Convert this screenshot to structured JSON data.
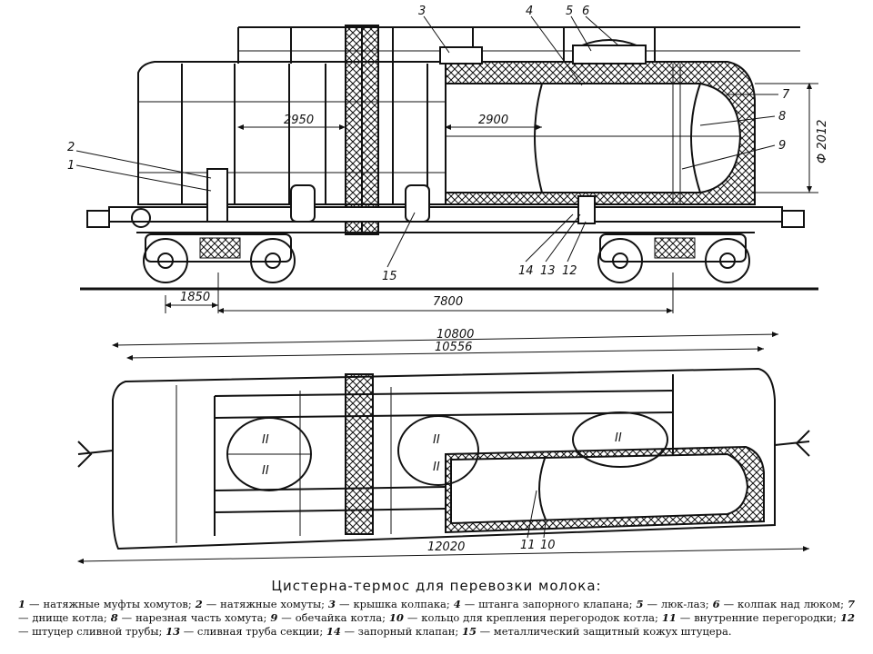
{
  "caption": {
    "title": "Цистерна-термос для перевозки молока:"
  },
  "legend": [
    {
      "num": "1",
      "text": "натяжные муфты хомутов;"
    },
    {
      "num": "2",
      "text": "натяжные хомуты;"
    },
    {
      "num": "3",
      "text": "крышка колпака;"
    },
    {
      "num": "4",
      "text": "штанга запорного клапана;"
    },
    {
      "num": "5",
      "text": "люк-лаз;"
    },
    {
      "num": "6",
      "text": "колпак над люком;"
    },
    {
      "num": "7",
      "text": "днище котла;"
    },
    {
      "num": "8",
      "text": "нарезная часть хомута;"
    },
    {
      "num": "9",
      "text": "обечайка котла;"
    },
    {
      "num": "10",
      "text": "кольцо для крепления перегородок котла;"
    },
    {
      "num": "11",
      "text": "внутренние перегородки;"
    },
    {
      "num": "12",
      "text": "штуцер сливной трубы;"
    },
    {
      "num": "13",
      "text": "сливная труба секции;"
    },
    {
      "num": "14",
      "text": "запорный клапан;"
    },
    {
      "num": "15",
      "text": "металлический защитный кожух штуцера."
    }
  ],
  "dimensions": {
    "d2950": "2950",
    "d2900": "2900",
    "diameter": "Ф 2012",
    "d1850": "1850",
    "d7800": "7800",
    "d10800": "10800",
    "d10556": "10556",
    "d12020": "12020"
  },
  "callouts": {
    "c1": "1",
    "c2": "2",
    "c3": "3",
    "c4": "4",
    "c5": "5",
    "c6": "6",
    "c7": "7",
    "c8": "8",
    "c9": "9",
    "c10": "10",
    "c11": "11",
    "c12": "12",
    "c13": "13",
    "c14": "14",
    "c15": "15"
  },
  "section_marks": {
    "m1": "II",
    "m2": "II",
    "m3": "II",
    "m4": "II",
    "m5": "II"
  }
}
